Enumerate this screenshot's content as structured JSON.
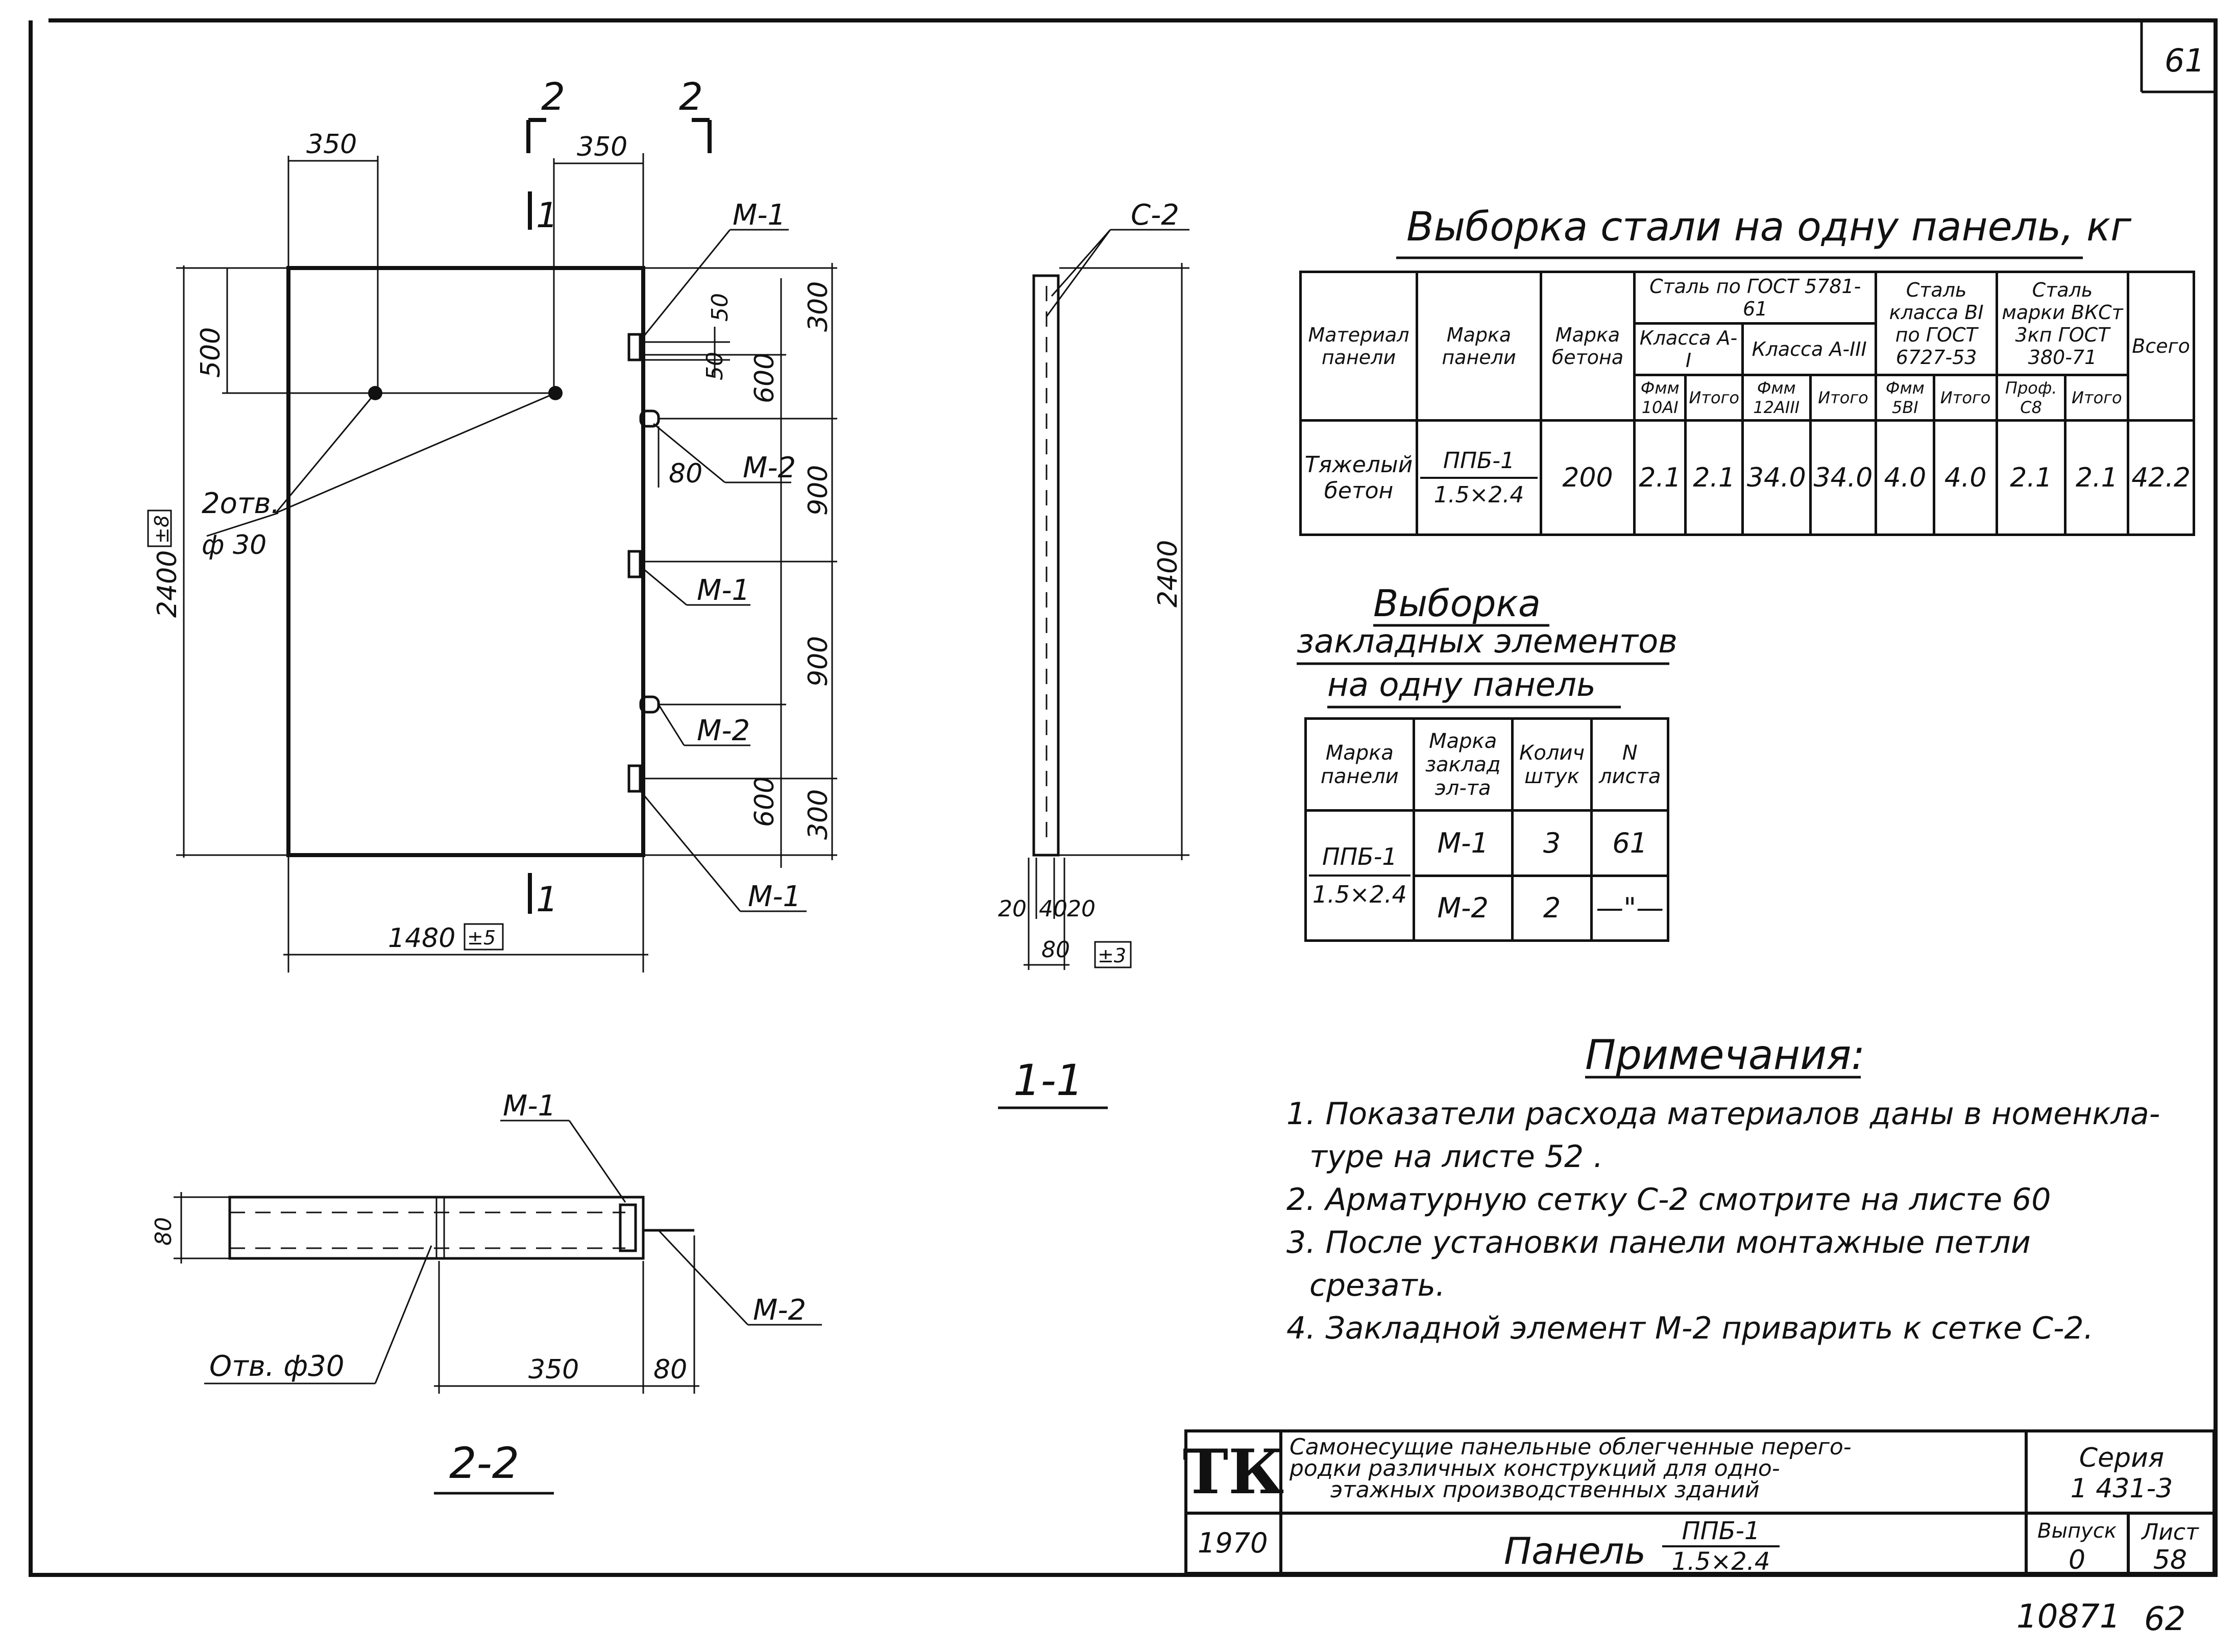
{
  "sheet_number_top": "61",
  "panel_view": {
    "section_marks": [
      "2",
      "2",
      "1",
      "1"
    ],
    "dim_350_a": "350",
    "dim_350_b": "350",
    "dim_500": "500",
    "dim_2400": "2400",
    "tol_2400": "±8",
    "dim_1480": "1480",
    "tol_1480": "±5",
    "holes_label": "2отв.",
    "holes_dia": "ф 30",
    "right_dims": [
      "300",
      "600",
      "900",
      "900",
      "600",
      "300"
    ],
    "dim_50a": "50",
    "dim_50b": "50",
    "dim_80": "80",
    "labels": [
      "М-1",
      "М-2",
      "М-1",
      "М-2",
      "М-1"
    ]
  },
  "section_1_1": {
    "mesh_label": "С-2",
    "dim_height": "2400",
    "dims_bottom": [
      "20",
      "40",
      "20"
    ],
    "dim_total": "80",
    "tol": "±3",
    "caption": "1-1"
  },
  "section_2_2": {
    "label_m1": "М-1",
    "label_m2": "М-2",
    "hole_label": "Отв. ф30",
    "dim_80_left": "80",
    "dim_350": "350",
    "dim_80": "80",
    "caption": "2-2"
  },
  "steel_table": {
    "title": "Выборка стали на одну панель, кг",
    "h_material": "Материал панели",
    "h_mark": "Марка панели",
    "h_concrete": "Марка бетона",
    "h_gost5781": "Сталь по ГОСТ 5781-61",
    "h_class_a1": "Класса А-І",
    "h_class_a3": "Класса А-ІІІ",
    "h_steel_b1": "Сталь класса BI по ГОСТ 6727-53",
    "h_vkst": "Сталь марки ВКСт 3кп ГОСТ 380-71",
    "h_total": "Всего",
    "h_d10": "Фмм 10АІ",
    "h_itogo1": "Итого",
    "h_d12": "Фмм 12АІІІ",
    "h_itogo2": "Итого",
    "h_d5": "Фмм 5ВІ",
    "h_itogo3": "Итого",
    "h_prof": "Проф. С8",
    "h_itogo4": "Итого",
    "row": {
      "material": "Тяжелый бетон",
      "mark_top": "ППБ-1",
      "mark_bottom": "1.5×2.4",
      "concrete": "200",
      "v1": "2.1",
      "v2": "2.1",
      "v3": "34.0",
      "v4": "34.0",
      "v5": "4.0",
      "v6": "4.0",
      "v7": "2.1",
      "v8": "2.1",
      "total": "42.2"
    }
  },
  "embed_table": {
    "title_1": "Выборка",
    "title_2": "закладных элементов",
    "title_3": "на одну панель",
    "h_panel": "Марка панели",
    "h_elem": "Марка заклад эл-та",
    "h_count": "Колич штук",
    "h_sheet": "N листа",
    "panel_top": "ППБ-1",
    "panel_bottom": "1.5×2.4",
    "rows": [
      {
        "elem": "М-1",
        "count": "3",
        "sheet": "61"
      },
      {
        "elem": "М-2",
        "count": "2",
        "sheet": "—\"—"
      }
    ]
  },
  "notes": {
    "title": "Примечания:",
    "items": [
      "1. Показатели расхода материалов даны в номенкла-",
      "туре на листе 52 .",
      "2. Арматурную сетку С-2 смотрите на листе 60",
      "3. После установки панели монтажные петли",
      "срезать.",
      "4. Закладной элемент М-2 приварить к сетке С-2."
    ]
  },
  "title_block": {
    "logo": "ТК",
    "description_1": "Самонесущие панельные облегченные перего-",
    "description_2": "родки различных конструкций для одно-",
    "description_3": "этажных производственных зданий",
    "series_label": "Серия",
    "series_value": "1 431-3",
    "year": "1970",
    "panel_word": "Панель",
    "panel_mark_top": "ППБ-1",
    "panel_mark_bottom": "1.5×2.4",
    "issue_label": "Выпуск",
    "issue_value": "0",
    "sheet_label": "Лист",
    "sheet_value": "58"
  },
  "footer": {
    "archive_no": "10871",
    "page_no": "62"
  }
}
